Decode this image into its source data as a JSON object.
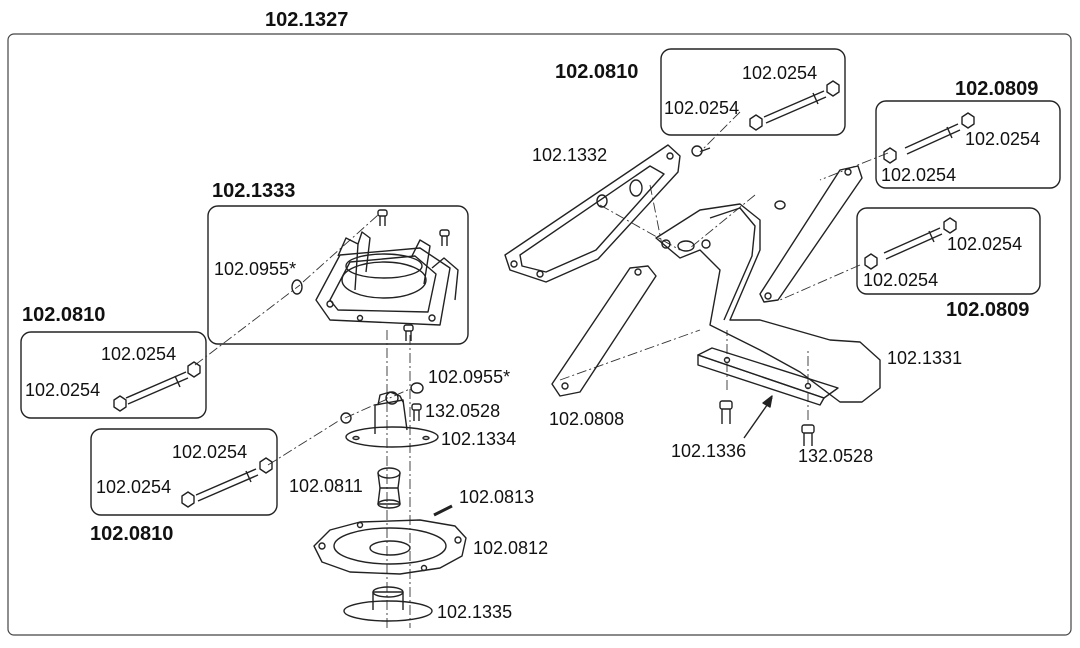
{
  "main_assembly": "102.1327",
  "groups": {
    "rod_top_middle": "102.0810",
    "rod_top_right": "102.0809",
    "housing_top": "102.1333",
    "rod_left_upper": "102.0810",
    "rod_left_lower": "102.0810",
    "rod_right_middle": "102.0809"
  },
  "parts": {
    "p1": "102.0254",
    "p2": "102.0254",
    "p3": "102.1332",
    "p4": "102.0254",
    "p5": "102.0254",
    "p6": "102.0955*",
    "p7": "102.0254",
    "p8": "102.0254",
    "p9": "102.0254",
    "p10": "102.0254",
    "p11": "102.0955*",
    "p12": "132.0528",
    "p13": "102.1334",
    "p14": "102.0254",
    "p15": "102.0254",
    "p16": "102.0808",
    "p17": "102.1331",
    "p18": "102.1336",
    "p19": "132.0528",
    "p20": "102.0811",
    "p21": "102.0813",
    "p22": "102.0812",
    "p23": "102.1335"
  }
}
